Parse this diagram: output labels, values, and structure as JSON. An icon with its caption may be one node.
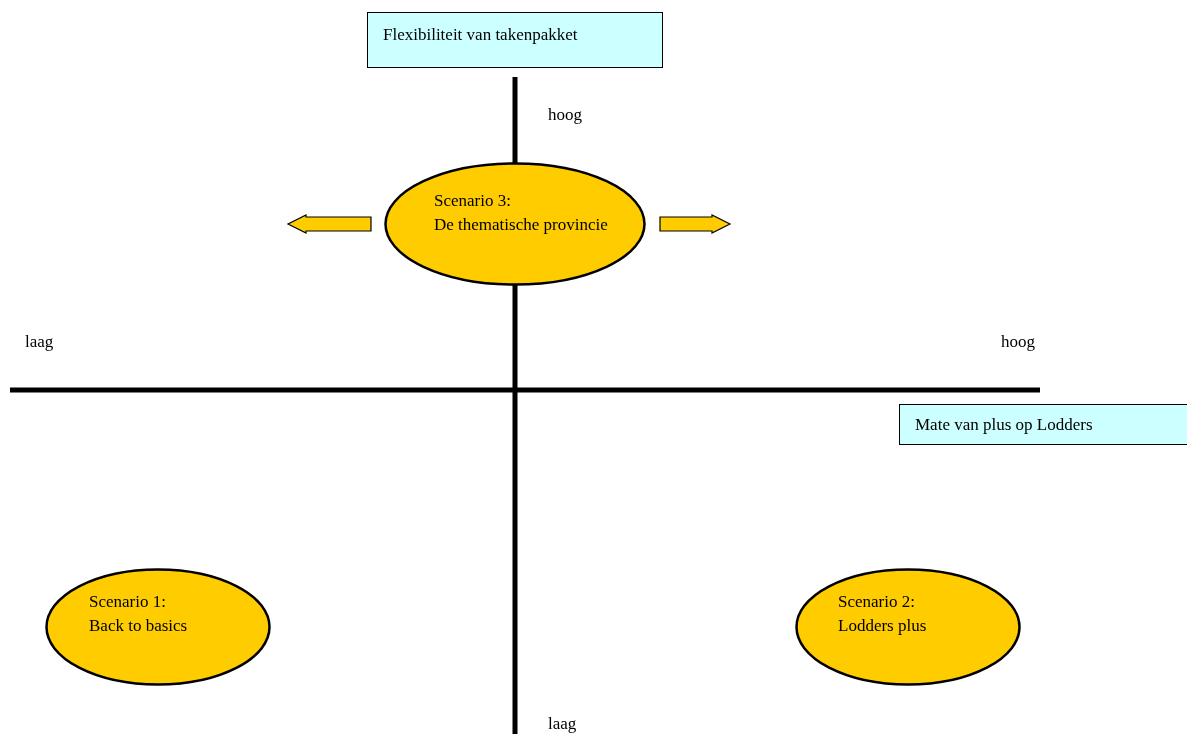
{
  "diagram": {
    "nodes": [
      {
        "text": [
          "Flexibiliteit van takenpakket"
        ]
      },
      {
        "text": [
          "Scenario 3:",
          "De thematische provincie"
        ]
      },
      {
        "text": [
          "Mate van plus op Lodders"
        ]
      },
      {
        "text": [
          "Scenario 1:",
          "Back to basics"
        ]
      },
      {
        "text": [
          "Scenario 2:",
          "Lodders plus"
        ]
      }
    ],
    "labels": [
      "hoog",
      "laag",
      "hoog",
      "laag"
    ]
  }
}
